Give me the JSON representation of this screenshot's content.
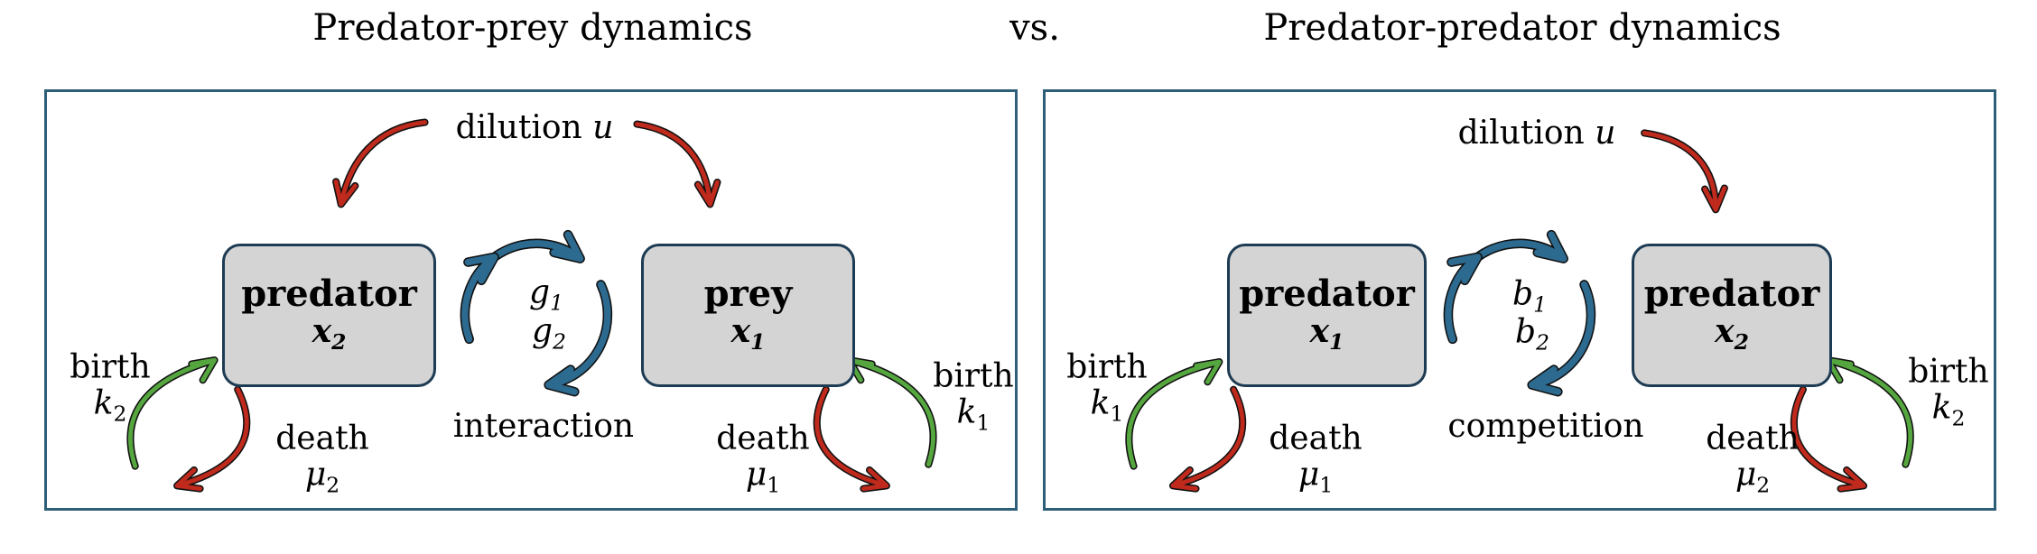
{
  "titles": {
    "left": "Predator-prey dynamics",
    "middle": "vs.",
    "right": "Predator-predator dynamics"
  },
  "colors": {
    "panel_border": "#2e5f78",
    "box_fill": "#d4d4d4",
    "box_border": "#1d3b53",
    "arrow_blue": "#2d6a8f",
    "arrow_red": "#bf2a1d",
    "arrow_green": "#55a63f",
    "arrow_outline": "#111111",
    "text": "#000000"
  },
  "panels": [
    {
      "dilution_word": "dilution",
      "dilution_var": "u",
      "box_left_word": "predator",
      "box_left_var": "x",
      "box_left_sub": "2",
      "box_right_word": "prey",
      "box_right_var": "x",
      "box_right_sub": "1",
      "cycle_var1": "g",
      "cycle_sub1": "1",
      "cycle_var2": "g",
      "cycle_sub2": "2",
      "cycle_caption": "interaction",
      "birth_left_word": "birth",
      "birth_left_var": "k",
      "birth_left_sub": "2",
      "death_left_word": "death",
      "death_left_var": "μ",
      "death_left_sub": "2",
      "birth_right_word": "birth",
      "birth_right_var": "k",
      "birth_right_sub": "1",
      "death_right_word": "death",
      "death_right_var": "μ",
      "death_right_sub": "1"
    },
    {
      "dilution_word": "dilution",
      "dilution_var": "u",
      "box_left_word": "predator",
      "box_left_var": "x",
      "box_left_sub": "1",
      "box_right_word": "predator",
      "box_right_var": "x",
      "box_right_sub": "2",
      "cycle_var1": "b",
      "cycle_sub1": "1",
      "cycle_var2": "b",
      "cycle_sub2": "2",
      "cycle_caption": "competition",
      "birth_left_word": "birth",
      "birth_left_var": "k",
      "birth_left_sub": "1",
      "death_left_word": "death",
      "death_left_var": "μ",
      "death_left_sub": "1",
      "birth_right_word": "birth",
      "birth_right_var": "k",
      "birth_right_sub": "2",
      "death_right_word": "death",
      "death_right_var": "μ",
      "death_right_sub": "2"
    }
  ]
}
